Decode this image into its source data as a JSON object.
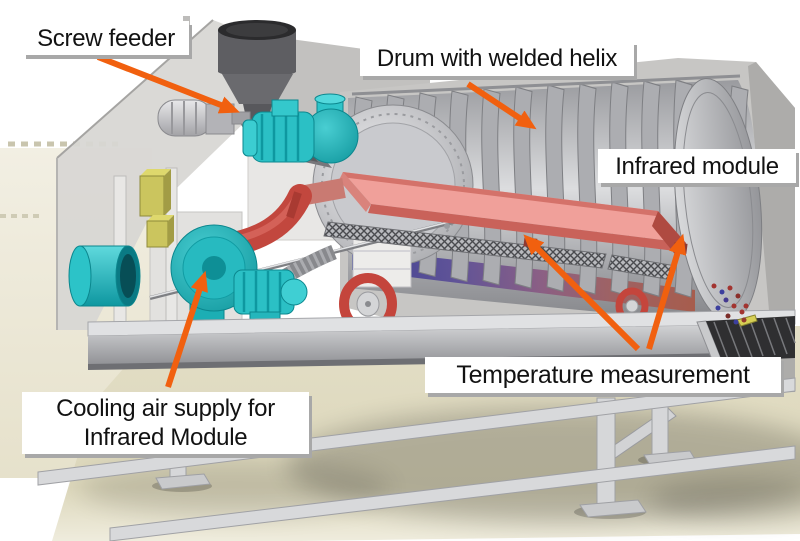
{
  "figure": {
    "description": "3D CAD rendering of a rotary drum dryer with infrared module, annotated with orange arrows",
    "background_color": "#FFFFFF"
  },
  "annotations": {
    "screw_feeder": {
      "text": "Screw feeder"
    },
    "drum": {
      "text": "Drum with welded helix"
    },
    "infrared": {
      "text": "Infrared module"
    },
    "temperature": {
      "text": "Temperature measurement"
    },
    "cooling": {
      "line1": "Cooling air supply for",
      "line2": "Infrared Module"
    }
  },
  "colors": {
    "arrow": "#F1600F",
    "label_bg": "#FFFFFF",
    "label_text": "#121212",
    "label_shadow": "#A8A8A8",
    "housing_gray": "#C7C6C4",
    "drum_metal": "#DCDDDF",
    "infrared_pink": "#F0A09A",
    "teal_equipment": "#2BC0C5",
    "red_pipe": "#C2473E",
    "floor_beige": "#DCD7BB",
    "material_gradient": [
      "#383C90",
      "#8A5C83",
      "#A85A49"
    ]
  }
}
